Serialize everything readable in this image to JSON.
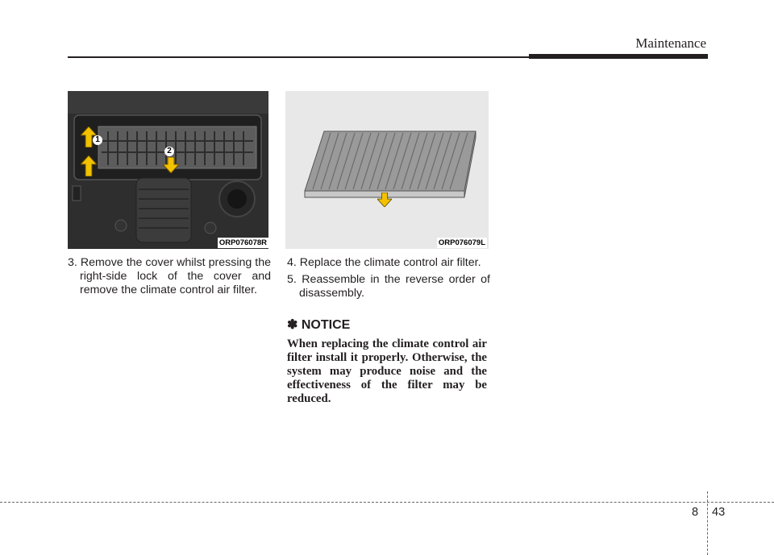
{
  "header": {
    "section": "Maintenance"
  },
  "figures": [
    {
      "code": "ORP076078R",
      "markers": [
        "1",
        "2"
      ]
    },
    {
      "code": "ORP076079L"
    }
  ],
  "steps": [
    "3. Remove the cover whilst pressing the right-side lock of the cover and remove the climate control air filter.",
    "4. Replace the climate control air filter.",
    "5. Reassemble in the reverse order of disassembly."
  ],
  "notice": {
    "symbol": "✽",
    "title": "NOTICE",
    "body": "When replacing the climate control air filter install it properly. Otherwise, the system may produce noise and the effectiveness of the filter may be reduced."
  },
  "footer": {
    "chapter": "8",
    "page": "43"
  },
  "colors": {
    "text": "#231f20",
    "arrow": "#f2c200"
  }
}
